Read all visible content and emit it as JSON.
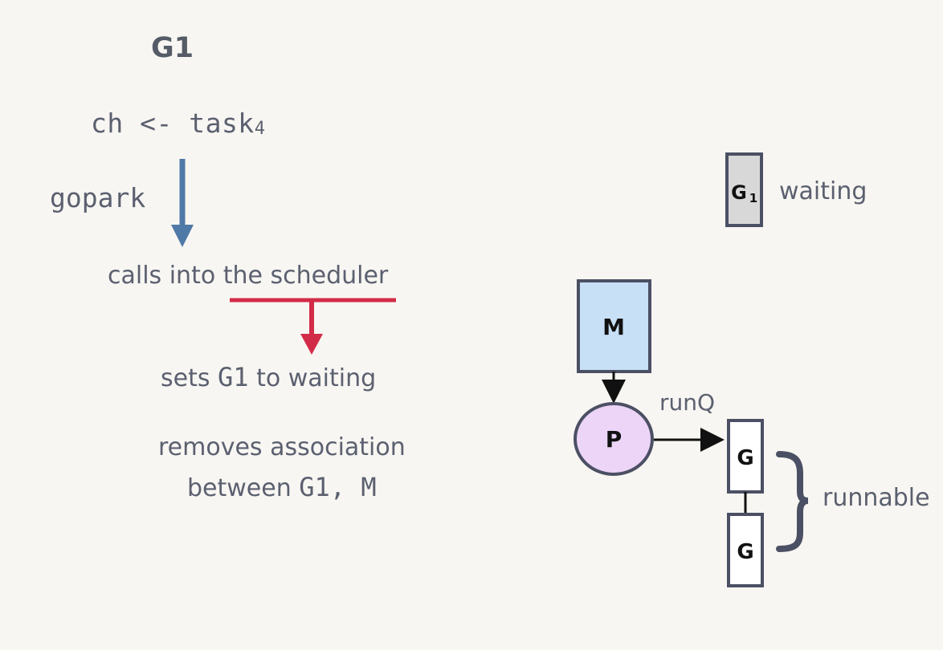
{
  "left": {
    "title": "G1",
    "code": "ch <- task",
    "code_subscript": "4",
    "gopark": "gopark",
    "calls": "calls into the scheduler",
    "sets_prefix": "sets ",
    "sets_g": "G1",
    "sets_suffix": " to waiting",
    "removes": "removes association",
    "between_prefix": "between ",
    "between_code": "G1, M"
  },
  "right": {
    "waiting_box": "G",
    "waiting_box_sub": "1",
    "waiting_label": "waiting",
    "m_label": "M",
    "p_label": "P",
    "runq_label": "runQ",
    "runnable_label": "runnable",
    "queue": [
      "G",
      "G"
    ]
  },
  "colors": {
    "background": "#f8f6f2",
    "blue_arrow": "#4f79a6",
    "red_arrow": "#d22b47",
    "m_fill": "#c7e0f6",
    "p_fill": "#ecd5f6",
    "waiting_fill": "#d8d8d8",
    "outline": "#4c5064"
  }
}
